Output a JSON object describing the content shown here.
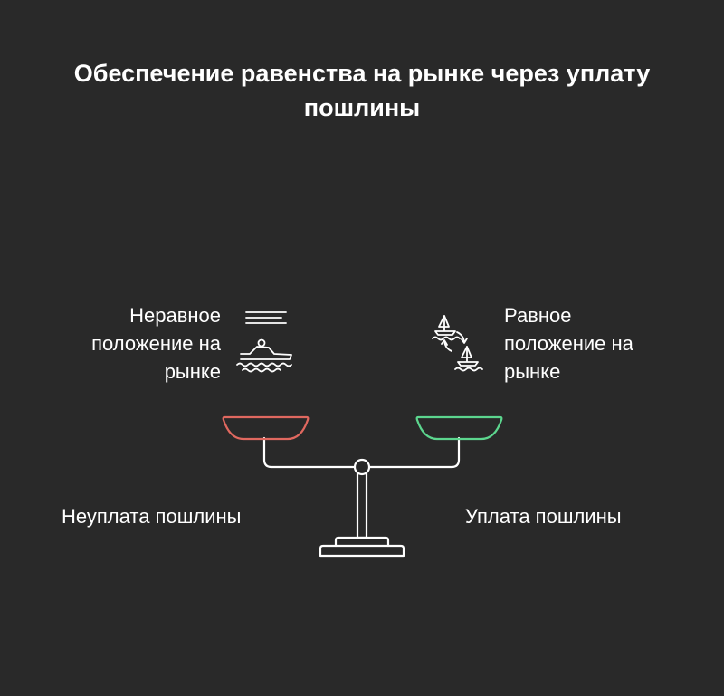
{
  "title": "Обеспечение равенства на рынке через уплату пошлины",
  "left": {
    "state_label": "Неравное\nположение на\nрынке",
    "action_label": "Неуплата пошлины",
    "pan_color": "#E0685F",
    "icons": [
      "speed-lines-icon",
      "speedboat-icon"
    ]
  },
  "right": {
    "state_label": "Равное\nположение на\nрынке",
    "action_label": "Уплата пошлины",
    "pan_color": "#5CD68E",
    "icons": [
      "sailboat-icon",
      "swap-arrows-icon",
      "sailboat-icon"
    ]
  },
  "colors": {
    "background": "#292929",
    "stroke": "#FFFFFF"
  }
}
